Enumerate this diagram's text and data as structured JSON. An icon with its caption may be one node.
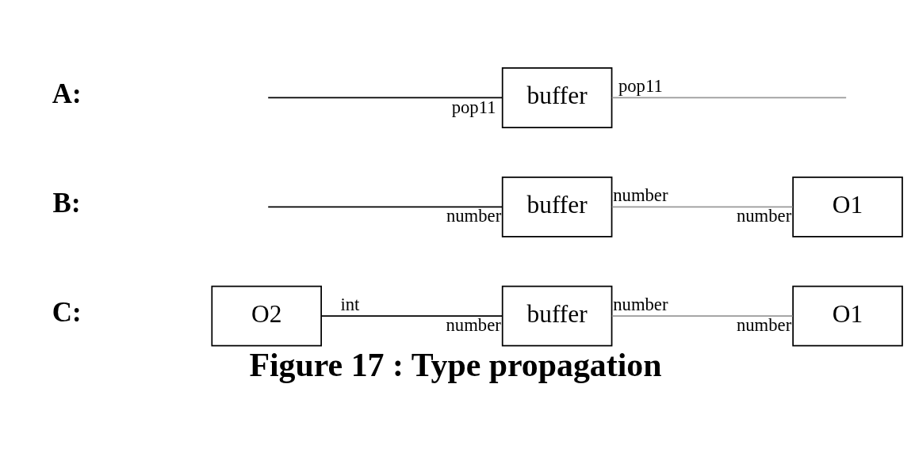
{
  "diagram": {
    "caption": "Figure 17 : Type propagation",
    "nodes": [
      {
        "text": [
          "buffer"
        ],
        "beside": [
          "pop11",
          "pop11"
        ]
      },
      {
        "text": [
          "buffer"
        ],
        "beside": [
          "number",
          "number"
        ]
      },
      {
        "text": [
          "O1"
        ],
        "beside": [
          "number"
        ]
      },
      {
        "text": [
          "O2"
        ],
        "beside": [
          "int"
        ]
      },
      {
        "text": [
          "buffer"
        ],
        "beside": [
          "number",
          "number"
        ]
      },
      {
        "text": [
          "O1"
        ],
        "beside": [
          "number"
        ]
      }
    ],
    "edges": [
      {
        "from": null,
        "to": 0,
        "arrow": "none"
      },
      {
        "from": 0,
        "to": null,
        "arrow": "none",
        "color": "#999999"
      },
      {
        "from": null,
        "to": 1,
        "arrow": "none"
      },
      {
        "from": 1,
        "to": 2,
        "arrow": "none",
        "color": "#999999"
      },
      {
        "from": 3,
        "to": 4,
        "arrow": "none"
      },
      {
        "from": 4,
        "to": 5,
        "arrow": "none",
        "color": "#999999"
      }
    ],
    "labels": [
      "A:",
      "B:",
      "C:"
    ]
  }
}
